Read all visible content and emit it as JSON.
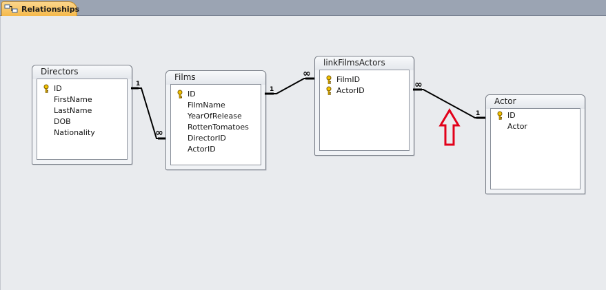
{
  "tab": {
    "label": "Relationships"
  },
  "tables": [
    {
      "name": "Directors",
      "fields": [
        {
          "name": "ID",
          "key": true
        },
        {
          "name": "FirstName"
        },
        {
          "name": "LastName"
        },
        {
          "name": "DOB"
        },
        {
          "name": "Nationality"
        }
      ]
    },
    {
      "name": "Films",
      "fields": [
        {
          "name": "ID",
          "key": true
        },
        {
          "name": "FilmName"
        },
        {
          "name": "YearOfRelease"
        },
        {
          "name": "RottenTomatoes"
        },
        {
          "name": "DirectorID"
        },
        {
          "name": "ActorID"
        }
      ]
    },
    {
      "name": "linkFilmsActors",
      "fields": [
        {
          "name": "FilmID",
          "key": true
        },
        {
          "name": "ActorID",
          "key": true
        }
      ]
    },
    {
      "name": "Actor",
      "fields": [
        {
          "name": "ID",
          "key": true
        },
        {
          "name": "Actor"
        }
      ]
    }
  ],
  "relationships": [
    {
      "one_label": "1",
      "many_label": "∞"
    },
    {
      "one_label": "1",
      "many_label": "∞"
    },
    {
      "one_label": "1",
      "many_label": "∞"
    }
  ],
  "colors": {
    "arrow": "#e2001a",
    "tab": "#f5b94b"
  }
}
